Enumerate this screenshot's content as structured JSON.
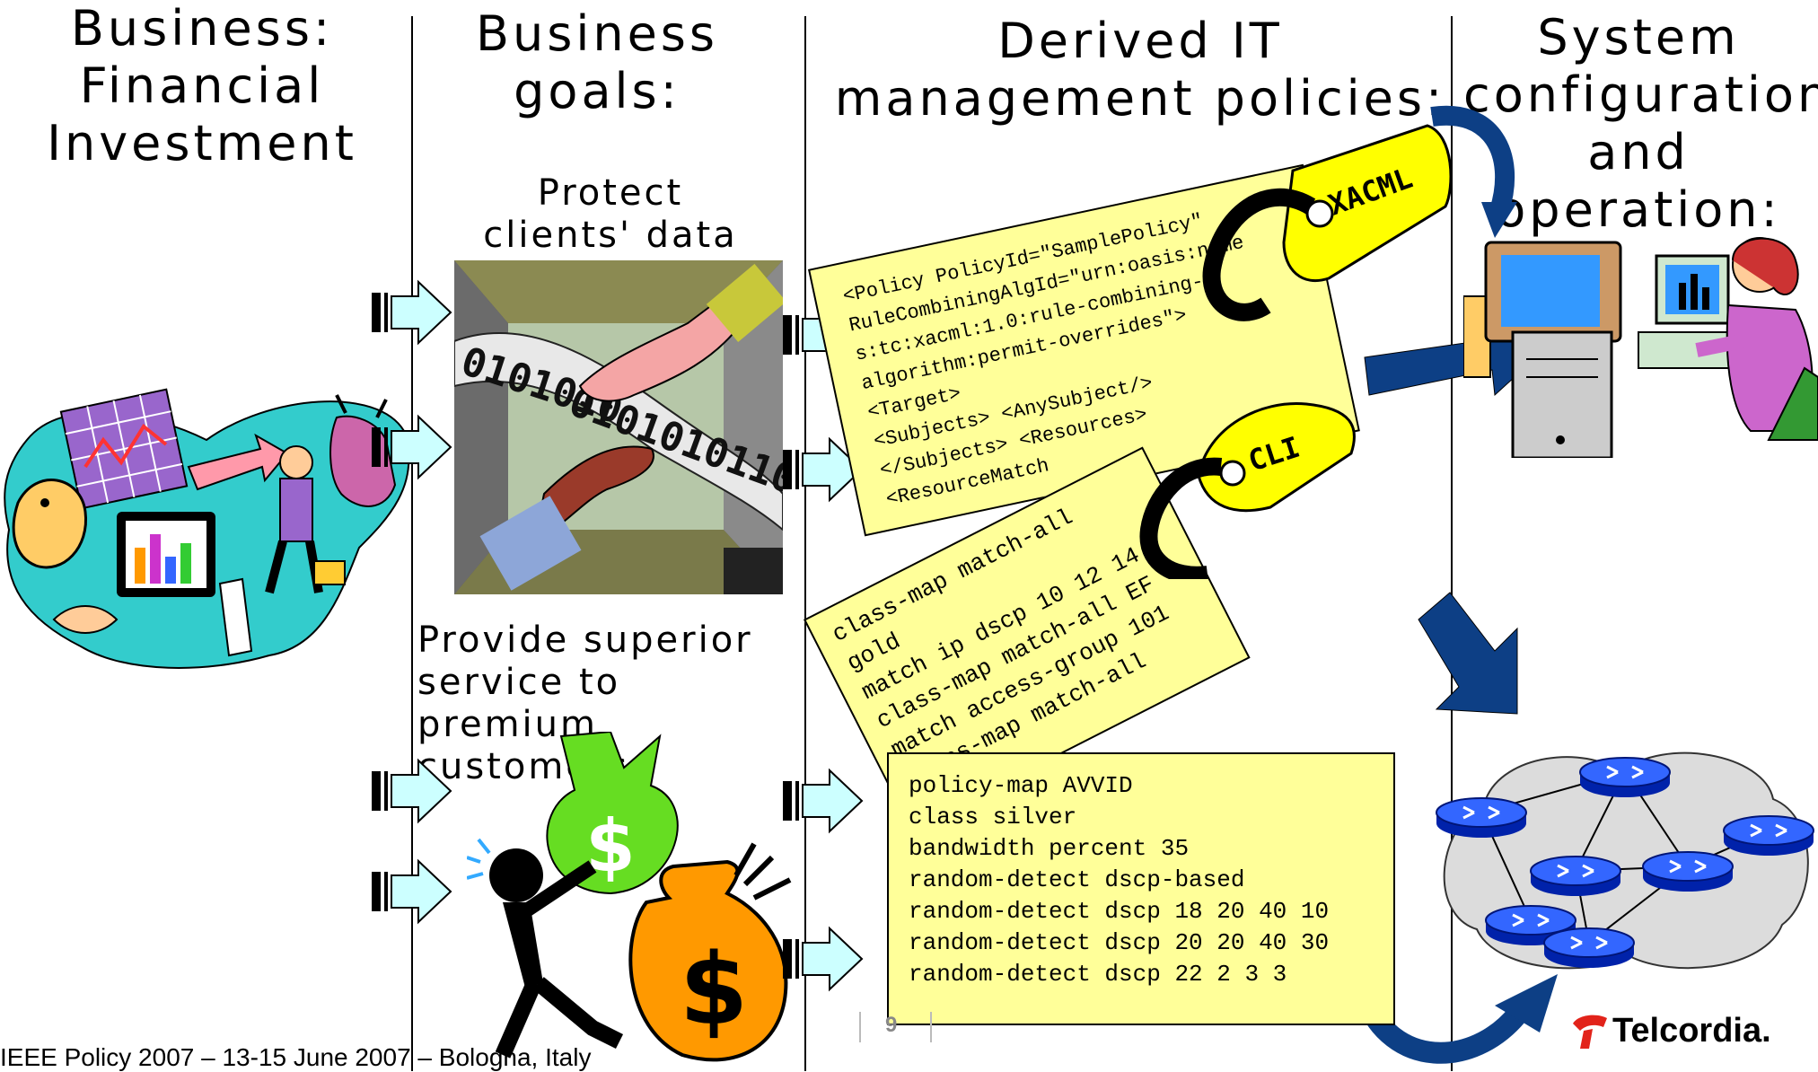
{
  "columns": {
    "business": "Business:\nFinancial\nInvestment",
    "goals": "Business\ngoals:",
    "policies": "Derived IT\nmanagement policies:",
    "system": "System\nconfiguration\nand\noperation:"
  },
  "goals": {
    "protect": "Protect\nclients' data",
    "provide": "Provide superior\nservice to premium\ncustomers"
  },
  "tags": {
    "xacml": "XACML",
    "cli": "CLI"
  },
  "xacml_code": "<Policy PolicyId=\"SamplePolicy\"\nRuleCombiningAlgId=\"urn:oasis:name\ns:tc:xacml:1.0:rule-combining-\nalgorithm:permit-overrides\">\n<Target>\n<Subjects> <AnySubject/>\n</Subjects> <Resources>\n<ResourceMatch",
  "cli_code1": "class-map match-all\ngold\nmatch ip dscp 10 12 14\nclass-map match-all EF\nmatch access-group 101\nclass-map match-all",
  "cli_code2": "policy-map AVVID\nclass silver\nbandwidth percent 35\nrandom-detect dscp-based\nrandom-detect dscp 18 20 40 10\nrandom-detect dscp 20 20 40 30\nrandom-detect dscp 22 2 3 3",
  "clipart": {
    "bits_top": "0101010",
    "bits_mid": "0101010110",
    "dollar": "$"
  },
  "footer": {
    "left": "IEEE Policy 2007 – 13-15 June 2007 – Bologna, Italy",
    "page": "9",
    "brand": "Telcordia."
  },
  "colors": {
    "note_fill": "#ffff99",
    "tag_fill": "#ffff00",
    "arrow_fill": "#ccffff",
    "router_blue": "#0033cc",
    "flow_arrow": "#0d3f85",
    "brand_red": "#e2231a"
  }
}
